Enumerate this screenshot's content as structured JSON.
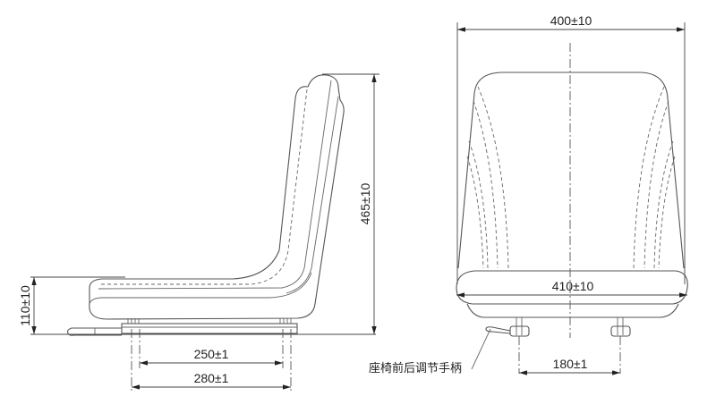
{
  "drawing": {
    "title": "Seat dimension drawing",
    "side_view": {
      "dim_height_total": "465±10",
      "dim_seat_height": "110±10",
      "dim_rail_inner": "250±1",
      "dim_rail_outer": "280±1"
    },
    "front_view": {
      "dim_back_width": "400±10",
      "dim_seat_width": "410±10",
      "dim_mount_spacing": "180±1",
      "callout_label": "座椅前后调节手柄"
    },
    "colors": {
      "line": "#555555",
      "text": "#222222",
      "background": "#ffffff"
    }
  }
}
